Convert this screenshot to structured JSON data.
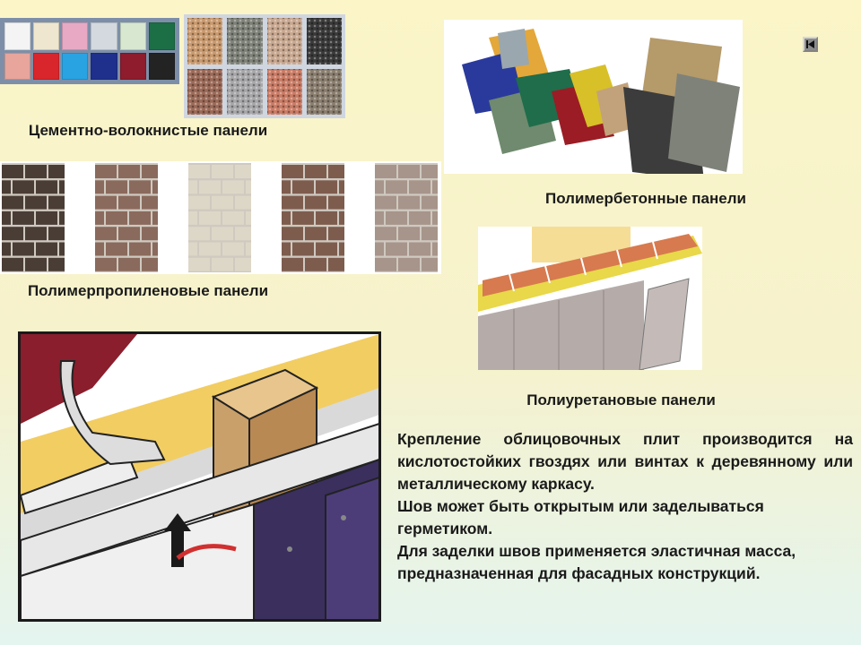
{
  "captions": {
    "fiber_cement": "Цементно-волокнистые панели",
    "polymer_concrete": "Полимербетонные панели",
    "polypropylene": "Полимерпропиленовые панели",
    "polyurethane": "Полиуретановые панели"
  },
  "body": [
    "Крепление облицовочных плит производится на кислотостойких гвоздях или винтах к деревянному или металлическому каркасу.",
    "Шов может быть открытым или заделываться герметиком.",
    "Для заделки швов применяется эластичная масса, предназначенная для фасадных конструкций."
  ],
  "swatch_colors": [
    "#f4f4f4",
    "#efe6cf",
    "#e7a9c3",
    "#d3d9de",
    "#d8e7d0",
    "#1c6e45",
    "#e7a59b",
    "#d8262c",
    "#2aa3e3",
    "#1f2f8c",
    "#8e1c2c",
    "#232323"
  ],
  "stone_colors": [
    "#c99a6f",
    "#7f8279",
    "#c8a890",
    "#3a3a3a",
    "#9b6a58",
    "#a7a7aa",
    "#c97c66",
    "#8a7e6f"
  ],
  "brick_colors": [
    "#4a3d36",
    "#8a6a5c",
    "#ddd7c8",
    "#7d5c4e",
    "#a7948a"
  ],
  "icons": {
    "nav": "back-to-start-icon"
  }
}
